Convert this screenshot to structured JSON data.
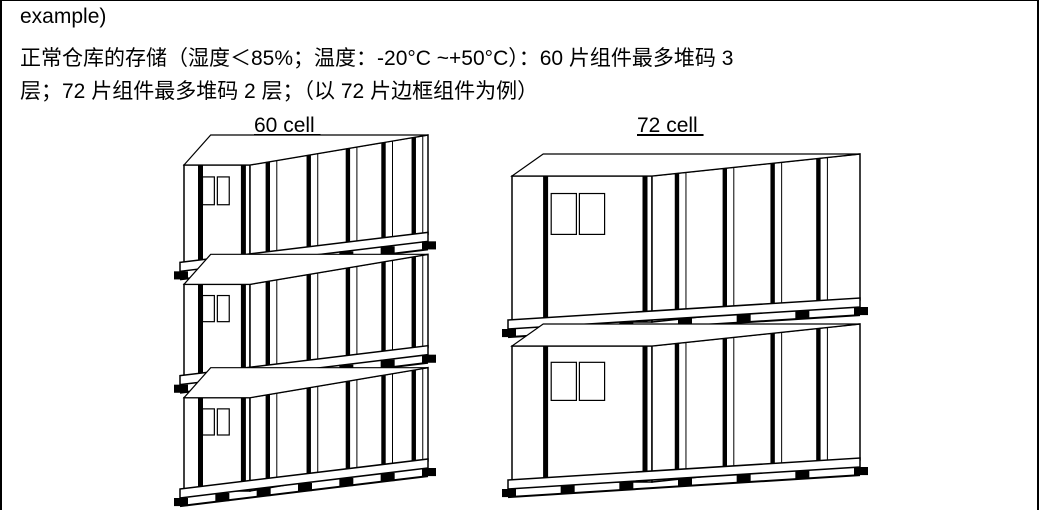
{
  "text": {
    "line1": "example)",
    "line2": "正常仓库的存储（湿度＜85%；温度：-20°C ~+50°C）：60 片组件最多堆码 3",
    "line3": "层；72 片组件最多堆码 2 层；（以 72 片边框组件为例）"
  },
  "figures": {
    "left_caption": "60 cell ",
    "right_caption": "72 cell ",
    "left_stack_layers": 3,
    "right_stack_layers": 2
  },
  "colors": {
    "ink": "#000000",
    "paper": "#ffffff"
  }
}
